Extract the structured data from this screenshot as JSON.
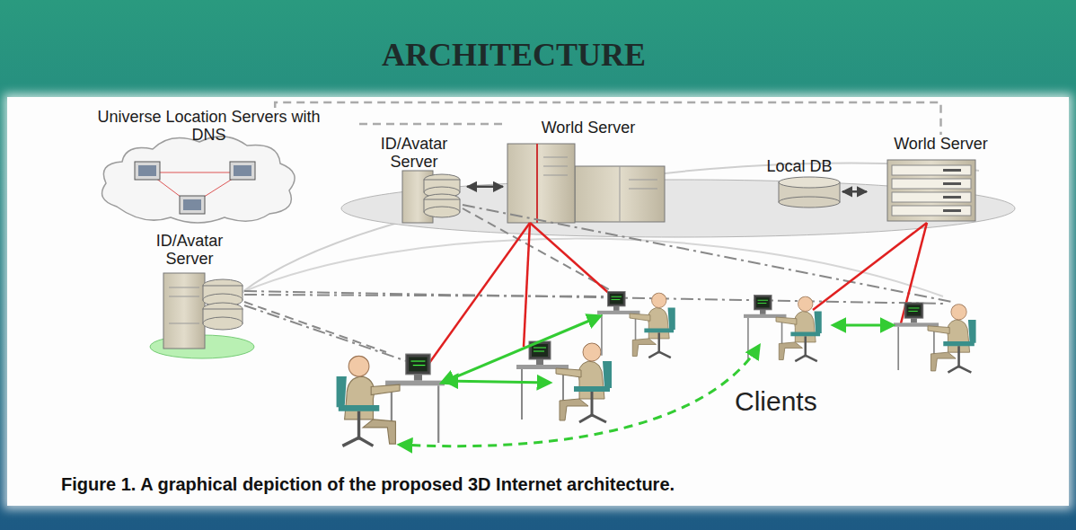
{
  "diagram": {
    "title": "ARCHITECTURE",
    "caption": "Figure 1. A graphical depiction of the proposed 3D Internet architecture.",
    "nodes": [
      {
        "text": [
          "Universe Location Servers with DNS"
        ]
      },
      {
        "text": [
          "ID/Avatar Server"
        ]
      },
      {
        "text": [
          "World Server"
        ]
      },
      {
        "text": [
          "Local DB"
        ]
      },
      {
        "text": [
          "World Server"
        ]
      },
      {
        "text": [
          "ID/Avatar Server"
        ]
      }
    ],
    "edges": [
      {
        "from": 0,
        "to": 2,
        "arrow": "none"
      },
      {
        "from": 0,
        "to": 4,
        "arrow": "none"
      },
      {
        "from": 1,
        "to": 2,
        "arrow": "both"
      },
      {
        "from": 3,
        "to": 4,
        "arrow": "both"
      }
    ],
    "labels": [
      "Clients"
    ]
  }
}
